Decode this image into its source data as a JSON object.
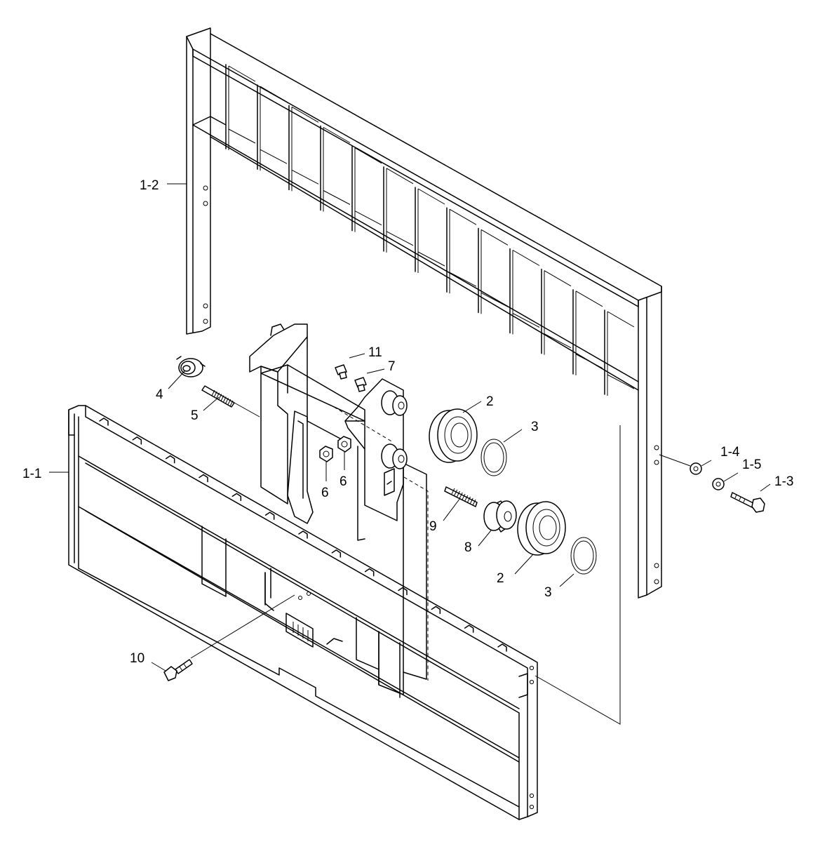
{
  "callouts": {
    "c1_1": "1-1",
    "c1_2": "1-2",
    "c1_3": "1-3",
    "c1_4": "1-4",
    "c1_5": "1-5",
    "c2a": "2",
    "c2b": "2",
    "c3a": "3",
    "c3b": "3",
    "c4": "4",
    "c5": "5",
    "c6a": "6",
    "c6b": "6",
    "c7": "7",
    "c8": "8",
    "c9": "9",
    "c10": "10",
    "c11": "11"
  }
}
